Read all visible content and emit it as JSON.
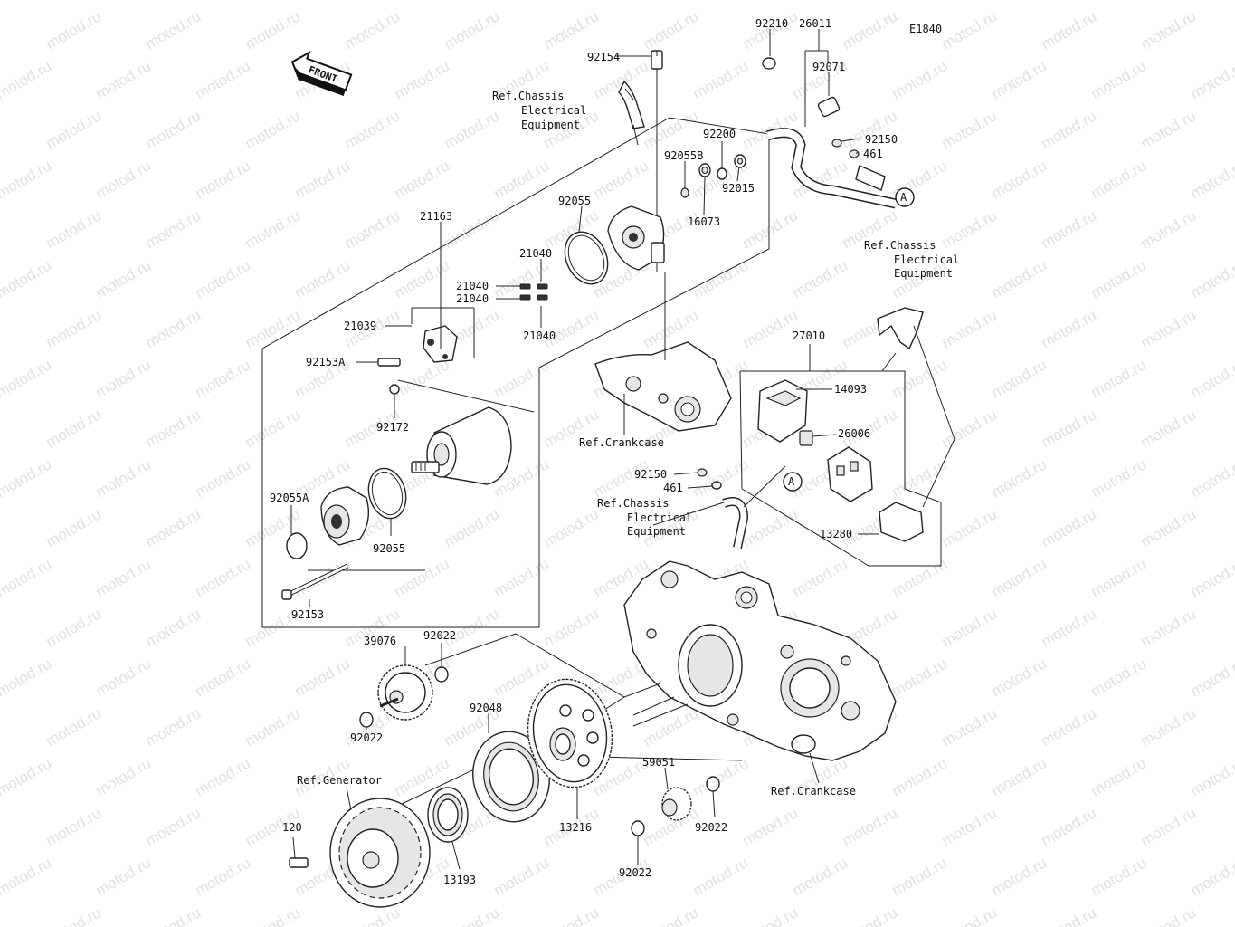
{
  "diagram_code": "E1840",
  "front_arrow_text": "FRONT",
  "watermark_text": "motod.ru",
  "ref_a": "A",
  "labels": {
    "p92154": "92154",
    "p92210": "92210",
    "p26011": "26011",
    "p92071": "92071",
    "p92150_top": "92150",
    "p461_top": "461",
    "p92200": "92200",
    "p92055B": "92055B",
    "p92015": "92015",
    "p16073": "16073",
    "p92055_top": "92055",
    "p21163": "21163",
    "p21040_a": "21040",
    "p21040_b": "21040",
    "p21040_c": "21040",
    "p21040_d": "21040",
    "p21039": "21039",
    "p92153A": "92153A",
    "p92172": "92172",
    "p92055A": "92055A",
    "p92055_bot": "92055",
    "p92153": "92153",
    "p27010": "27010",
    "p14093": "14093",
    "p26006": "26006",
    "p13280": "13280",
    "p92150_mid": "92150",
    "p461_mid": "461",
    "p39076": "39076",
    "p92022_a": "92022",
    "p92022_b": "92022",
    "p92048": "92048",
    "p59051": "59051",
    "p92022_c": "92022",
    "p92022_d": "92022",
    "p13216": "13216",
    "p13193": "13193",
    "p120": "120"
  },
  "refs": {
    "chassis_top": [
      "Ref.Chassis",
      "Electrical",
      "Equipment"
    ],
    "chassis_right": [
      "Ref.Chassis",
      "Electrical",
      "Equipment"
    ],
    "chassis_mid": [
      "Ref.Chassis",
      "Electrical",
      "Equipment"
    ],
    "crankcase_mid": "Ref.Crankcase",
    "crankcase_bot": "Ref.Crankcase",
    "generator": "Ref.Generator"
  }
}
